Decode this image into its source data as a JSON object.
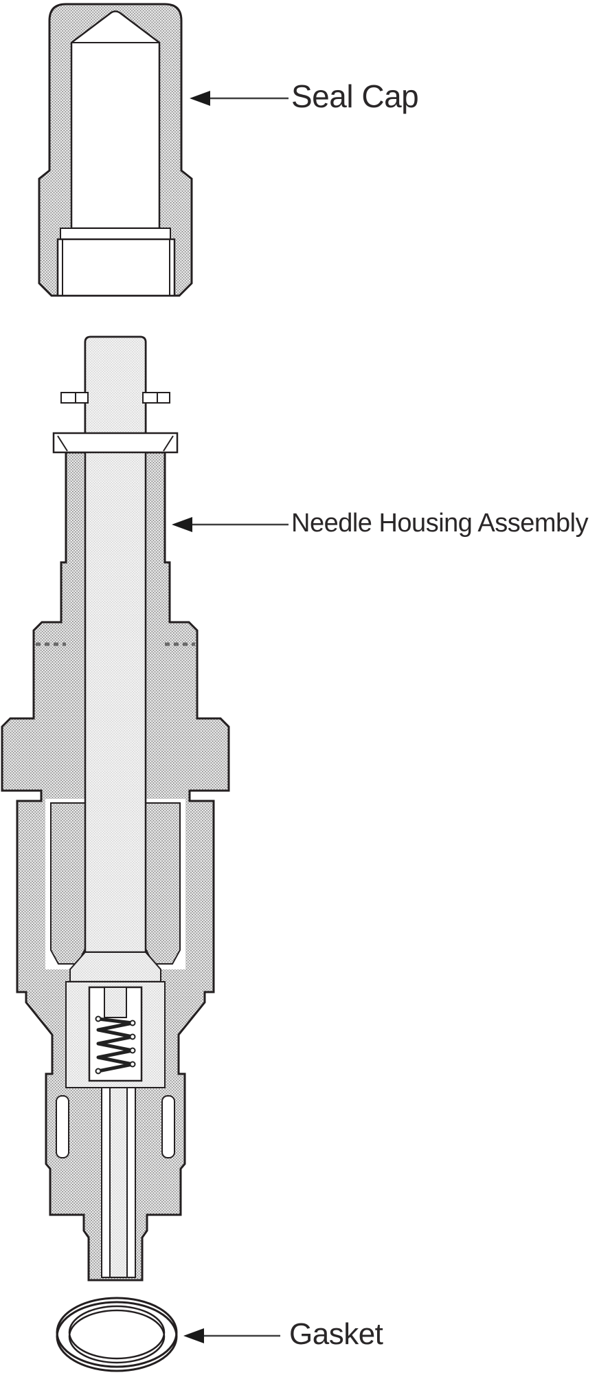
{
  "diagram": {
    "parts": [
      {
        "name": "seal-cap",
        "label": "Seal Cap"
      },
      {
        "name": "needle-housing-assembly",
        "label": "Needle Housing Assembly"
      },
      {
        "name": "gasket",
        "label": "Gasket"
      }
    ],
    "colors": {
      "background": "#ffffff",
      "outline": "#231f20",
      "text": "#2a2728",
      "leader_line": "#3f3f3f",
      "arrowhead": "#1a1a1a",
      "hatch_dot": "#848484",
      "hatch_background": "#ededed",
      "shaft_dot": "#c6c6c6",
      "shaft_background": "#f3f3f3"
    }
  }
}
